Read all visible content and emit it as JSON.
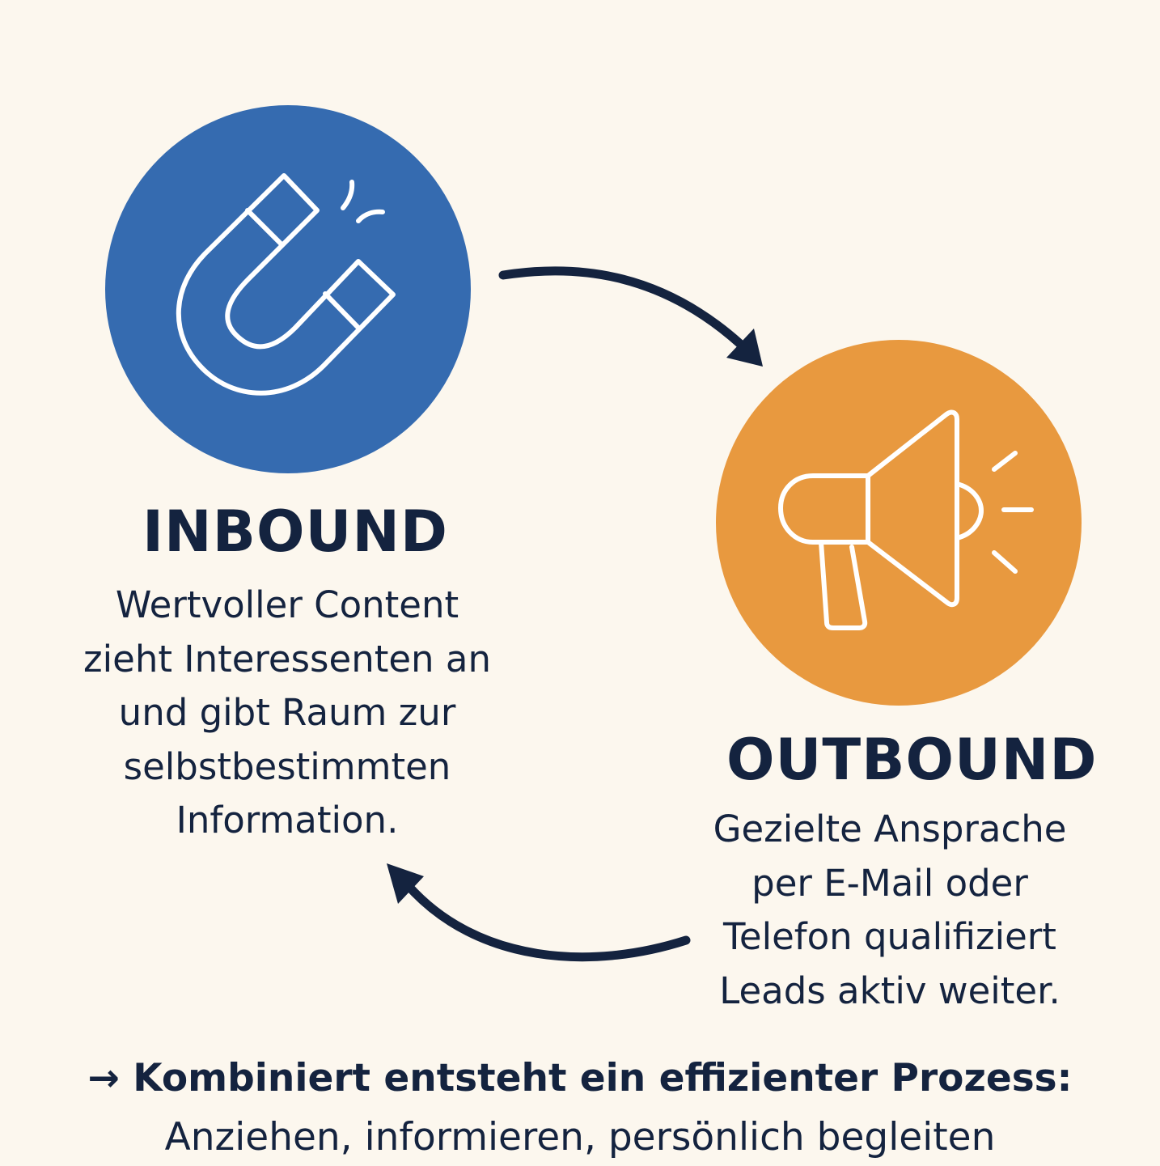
{
  "colors": {
    "background": "#fcf7ee",
    "inbound": "#356bb0",
    "outbound": "#e8993f",
    "text": "#14233f",
    "icon_stroke": "#ffffff"
  },
  "inbound": {
    "icon": "magnet-icon",
    "title": "INBOUND",
    "description_lines": [
      "Wertvoller Content",
      "zieht Interessenten an",
      "und gibt Raum zur",
      "selbstbestimmten",
      "Information."
    ]
  },
  "outbound": {
    "icon": "megaphone-icon",
    "title": "OUTBOUND",
    "description_lines": [
      "Gezielte Ansprache",
      "per E-Mail oder",
      "Telefon qualifiziert",
      "Leads aktiv weiter."
    ]
  },
  "summary": {
    "line_1": "→ Kombiniert entsteht ein effizienter Prozess:",
    "line_2": "Anziehen, informieren, persönlich begleiten"
  }
}
